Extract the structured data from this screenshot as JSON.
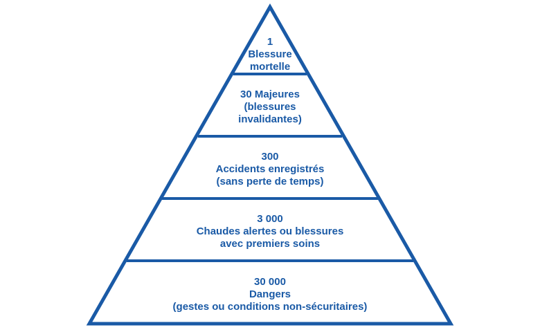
{
  "colors": {
    "stroke": "#1a5aa6",
    "text": "#1a5aa6",
    "background": "#ffffff"
  },
  "levels": [
    {
      "lines": [
        "1",
        "Blessure",
        "mortelle"
      ]
    },
    {
      "lines": [
        "30 Majeures",
        "(blessures",
        "invalidantes)"
      ]
    },
    {
      "lines": [
        "300",
        "Accidents enregistrés",
        "(sans perte de temps)"
      ]
    },
    {
      "lines": [
        "3 000",
        "Chaudes alertes ou blessures",
        "avec premiers soins"
      ]
    },
    {
      "lines": [
        "30 000",
        "Dangers",
        "(gestes ou conditions non-sécuritaires)"
      ]
    }
  ]
}
